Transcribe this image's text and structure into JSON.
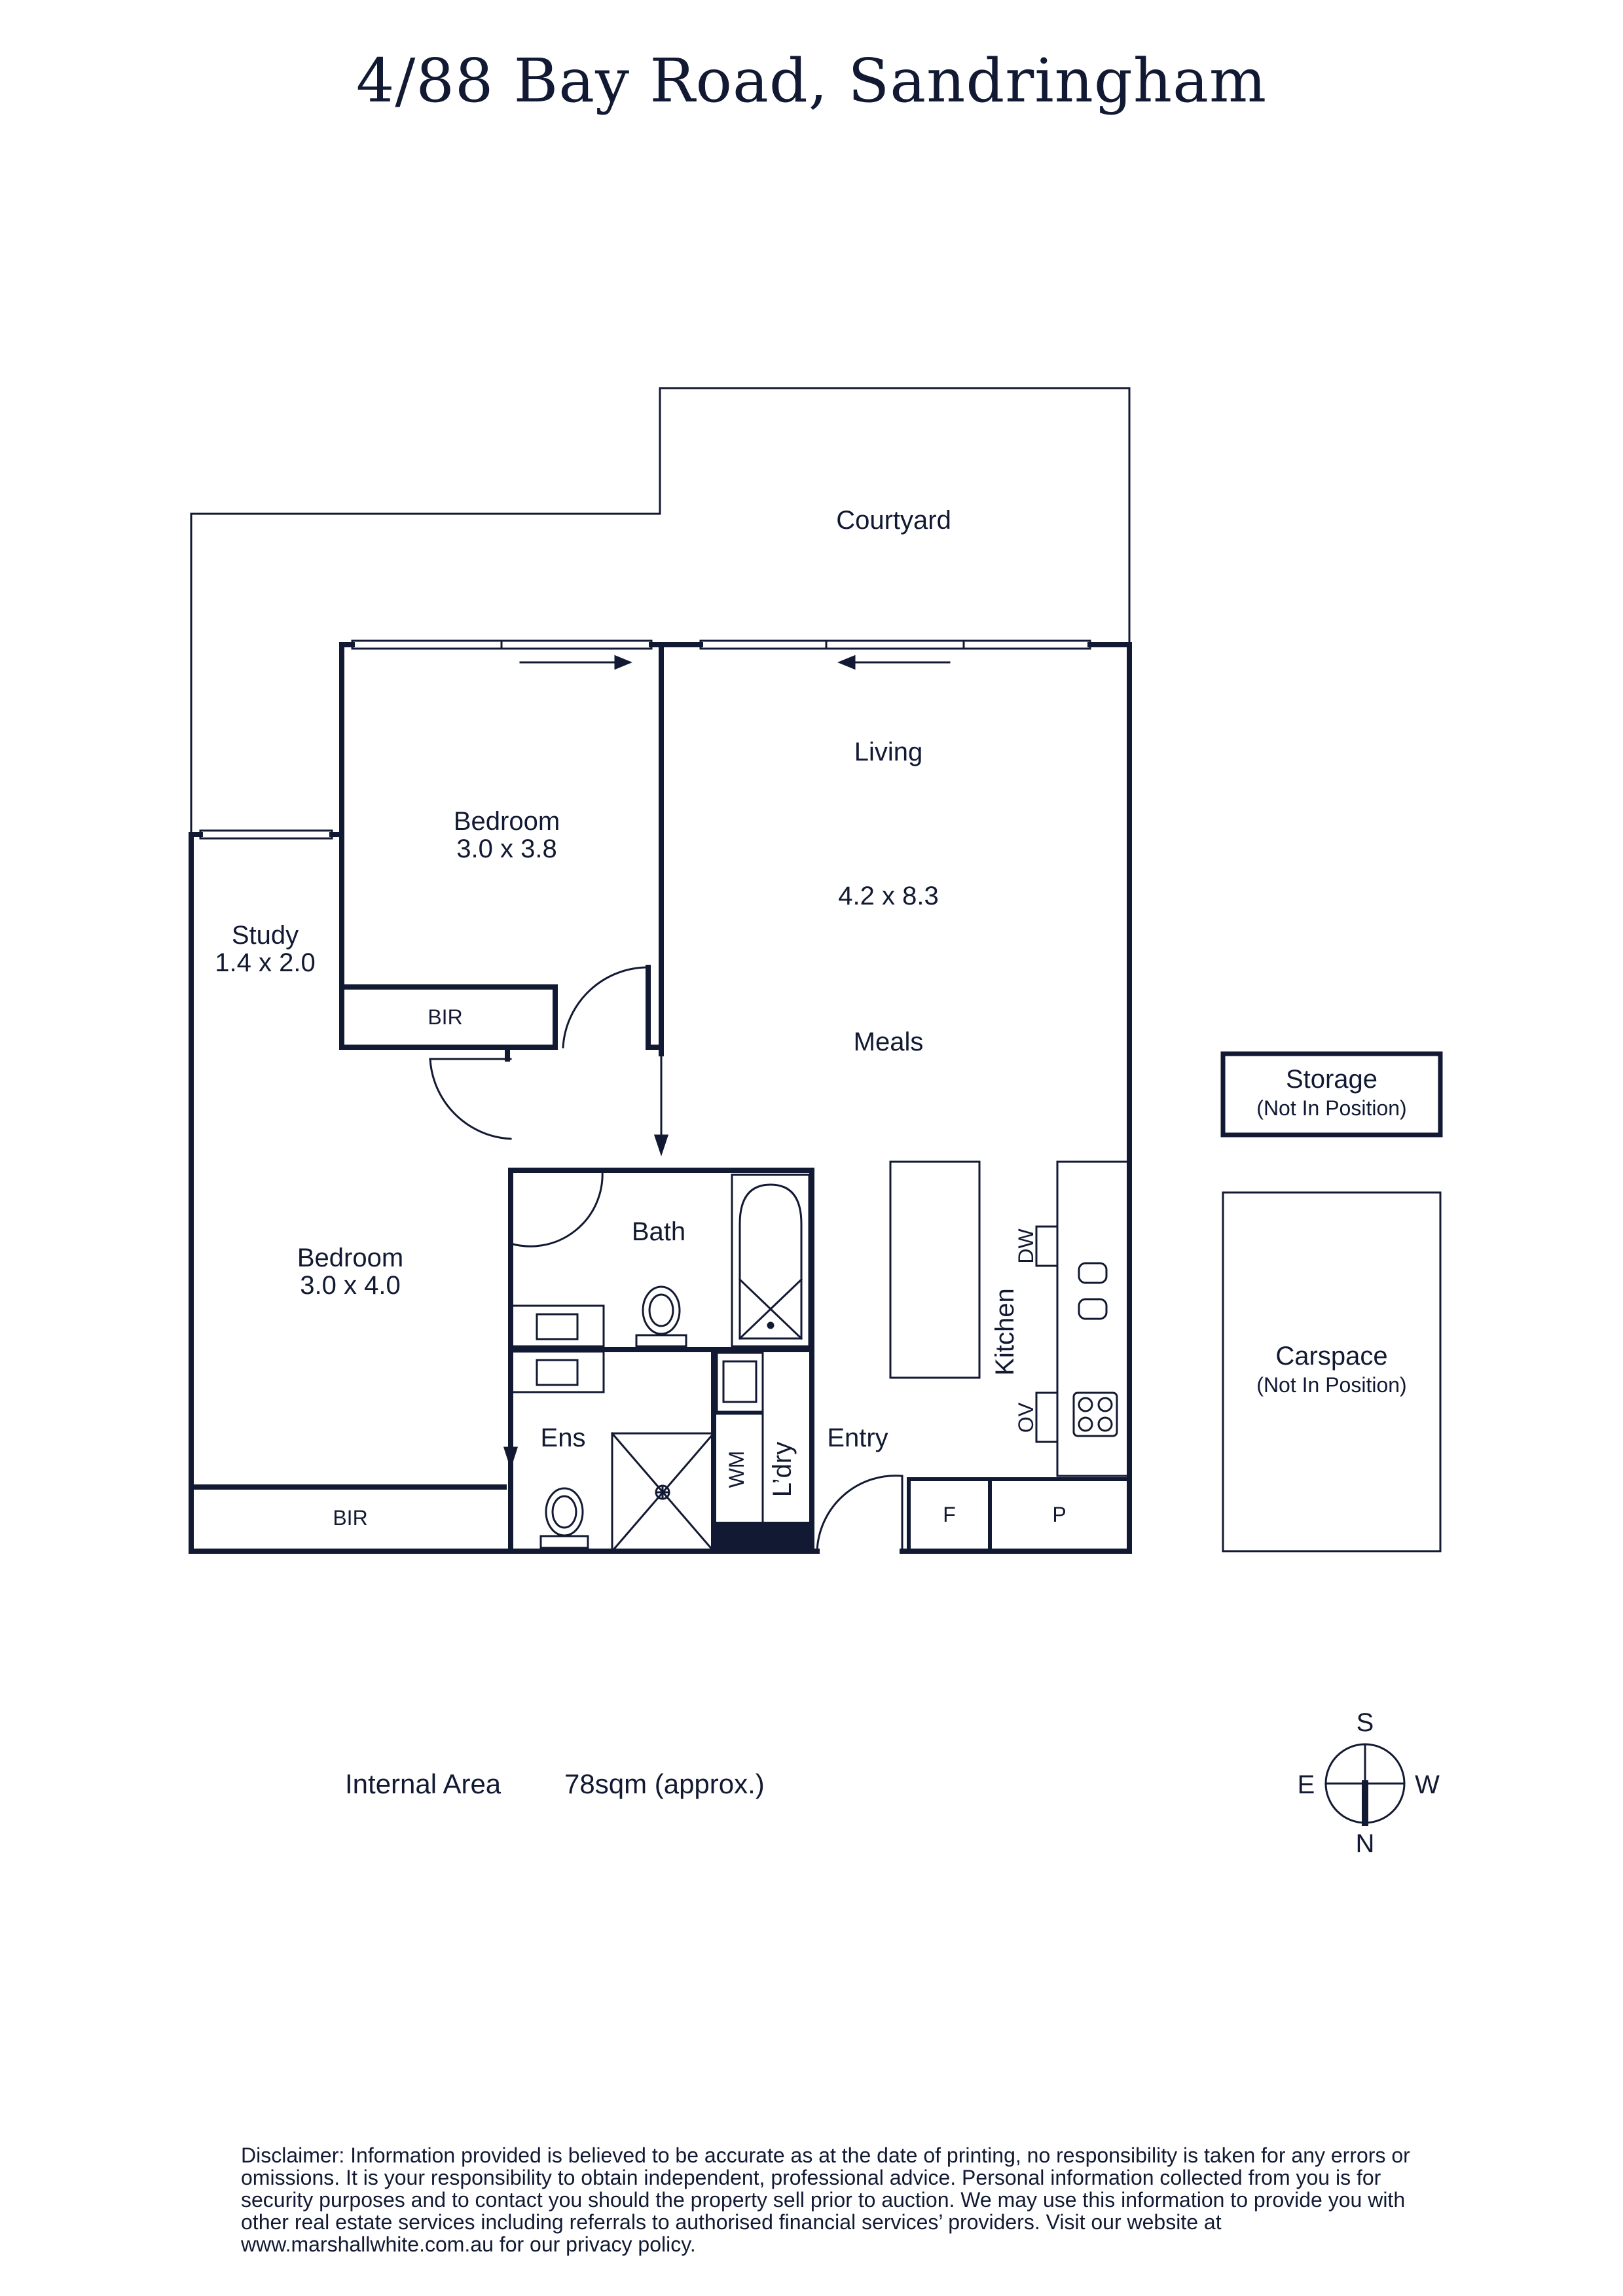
{
  "title": "4/88 Bay Road, Sandringham",
  "rooms": {
    "courtyard": "Courtyard",
    "living": "Living",
    "living_dims": "4.2 x 8.3",
    "meals": "Meals",
    "bedroom1": "Bedroom",
    "bedroom1_dims": "3.0 x 3.8",
    "bir1": "BIR",
    "study": "Study",
    "study_dims": "1.4 x 2.0",
    "bedroom2": "Bedroom",
    "bedroom2_dims": "3.0 x 4.0",
    "bir2": "BIR",
    "bath": "Bath",
    "ens": "Ens",
    "wm": "WM",
    "laundry": "L’dry",
    "entry": "Entry",
    "kitchen": "Kitchen",
    "dw": "DW",
    "ov": "OV",
    "fridge": "F",
    "pantry": "P",
    "storage": "Storage",
    "storage_note": "(Not In Position)",
    "carspace": "Carspace",
    "carspace_note": "(Not In Position)"
  },
  "area": {
    "label": "Internal Area",
    "value": "78sqm (approx.)"
  },
  "compass": {
    "north": "N",
    "south": "S",
    "east": "E",
    "west": "W"
  },
  "disclaimer": "Disclaimer: Information provided is believed to be accurate as at the date of printing, no responsibility is taken for any errors or omissions. It is your responsibility to obtain independent, professional advice. Personal information collected from you is for security purposes and to contact you should the property sell prior to auction. We may use this information to provide you with other real estate services including referrals to authorised financial services’ providers. Visit our website at www.marshallwhite.com.au for our privacy policy.",
  "colors": {
    "ink": "#121a33",
    "background": "#ffffff"
  }
}
